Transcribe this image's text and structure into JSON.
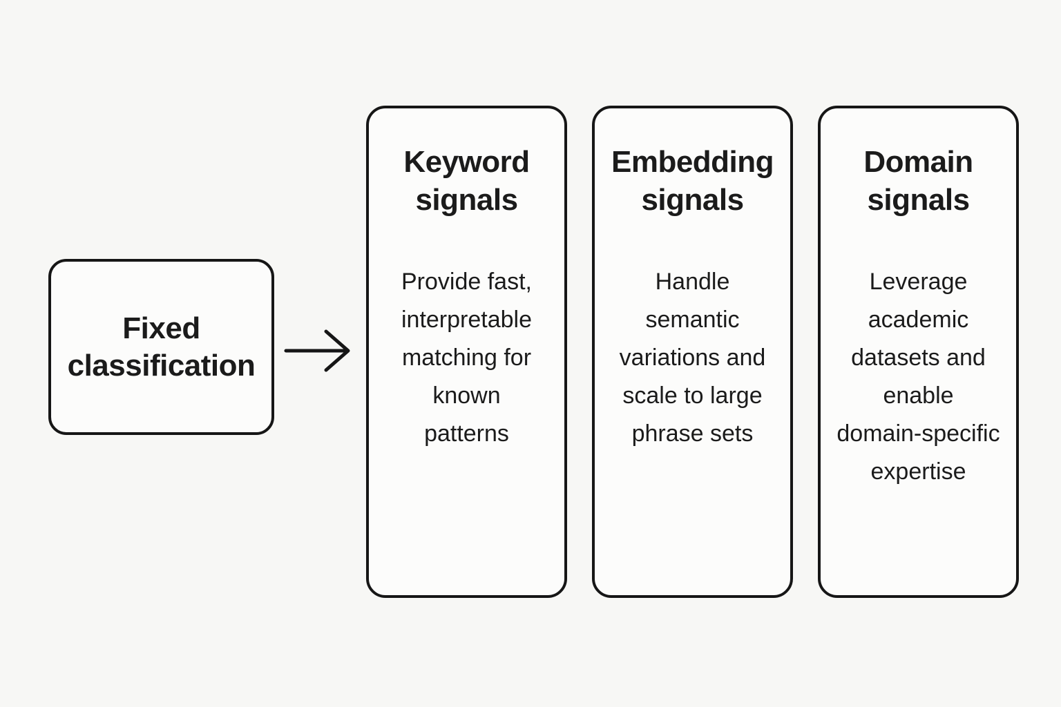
{
  "source_box": {
    "label_lines": [
      "Fixed",
      "classification"
    ]
  },
  "arrow": {
    "direction": "right"
  },
  "columns": [
    {
      "title_lines": [
        "Keyword",
        "signals"
      ],
      "body_lines": [
        "Provide fast,",
        "interpretable",
        "matching for",
        "known",
        "patterns"
      ]
    },
    {
      "title_lines": [
        "Embedding",
        "signals"
      ],
      "body_lines": [
        "Handle",
        "semantic",
        "variations and",
        "scale to large",
        "phrase sets"
      ]
    },
    {
      "title_lines": [
        "Domain",
        "signals"
      ],
      "body_lines": [
        "Leverage",
        "academic",
        "datasets and",
        "enable",
        "domain-specific",
        "expertise"
      ]
    }
  ],
  "colors": {
    "background": "#f7f7f5",
    "box_fill": "#fcfcfb",
    "border": "#161616",
    "text": "#1b1b1b"
  }
}
